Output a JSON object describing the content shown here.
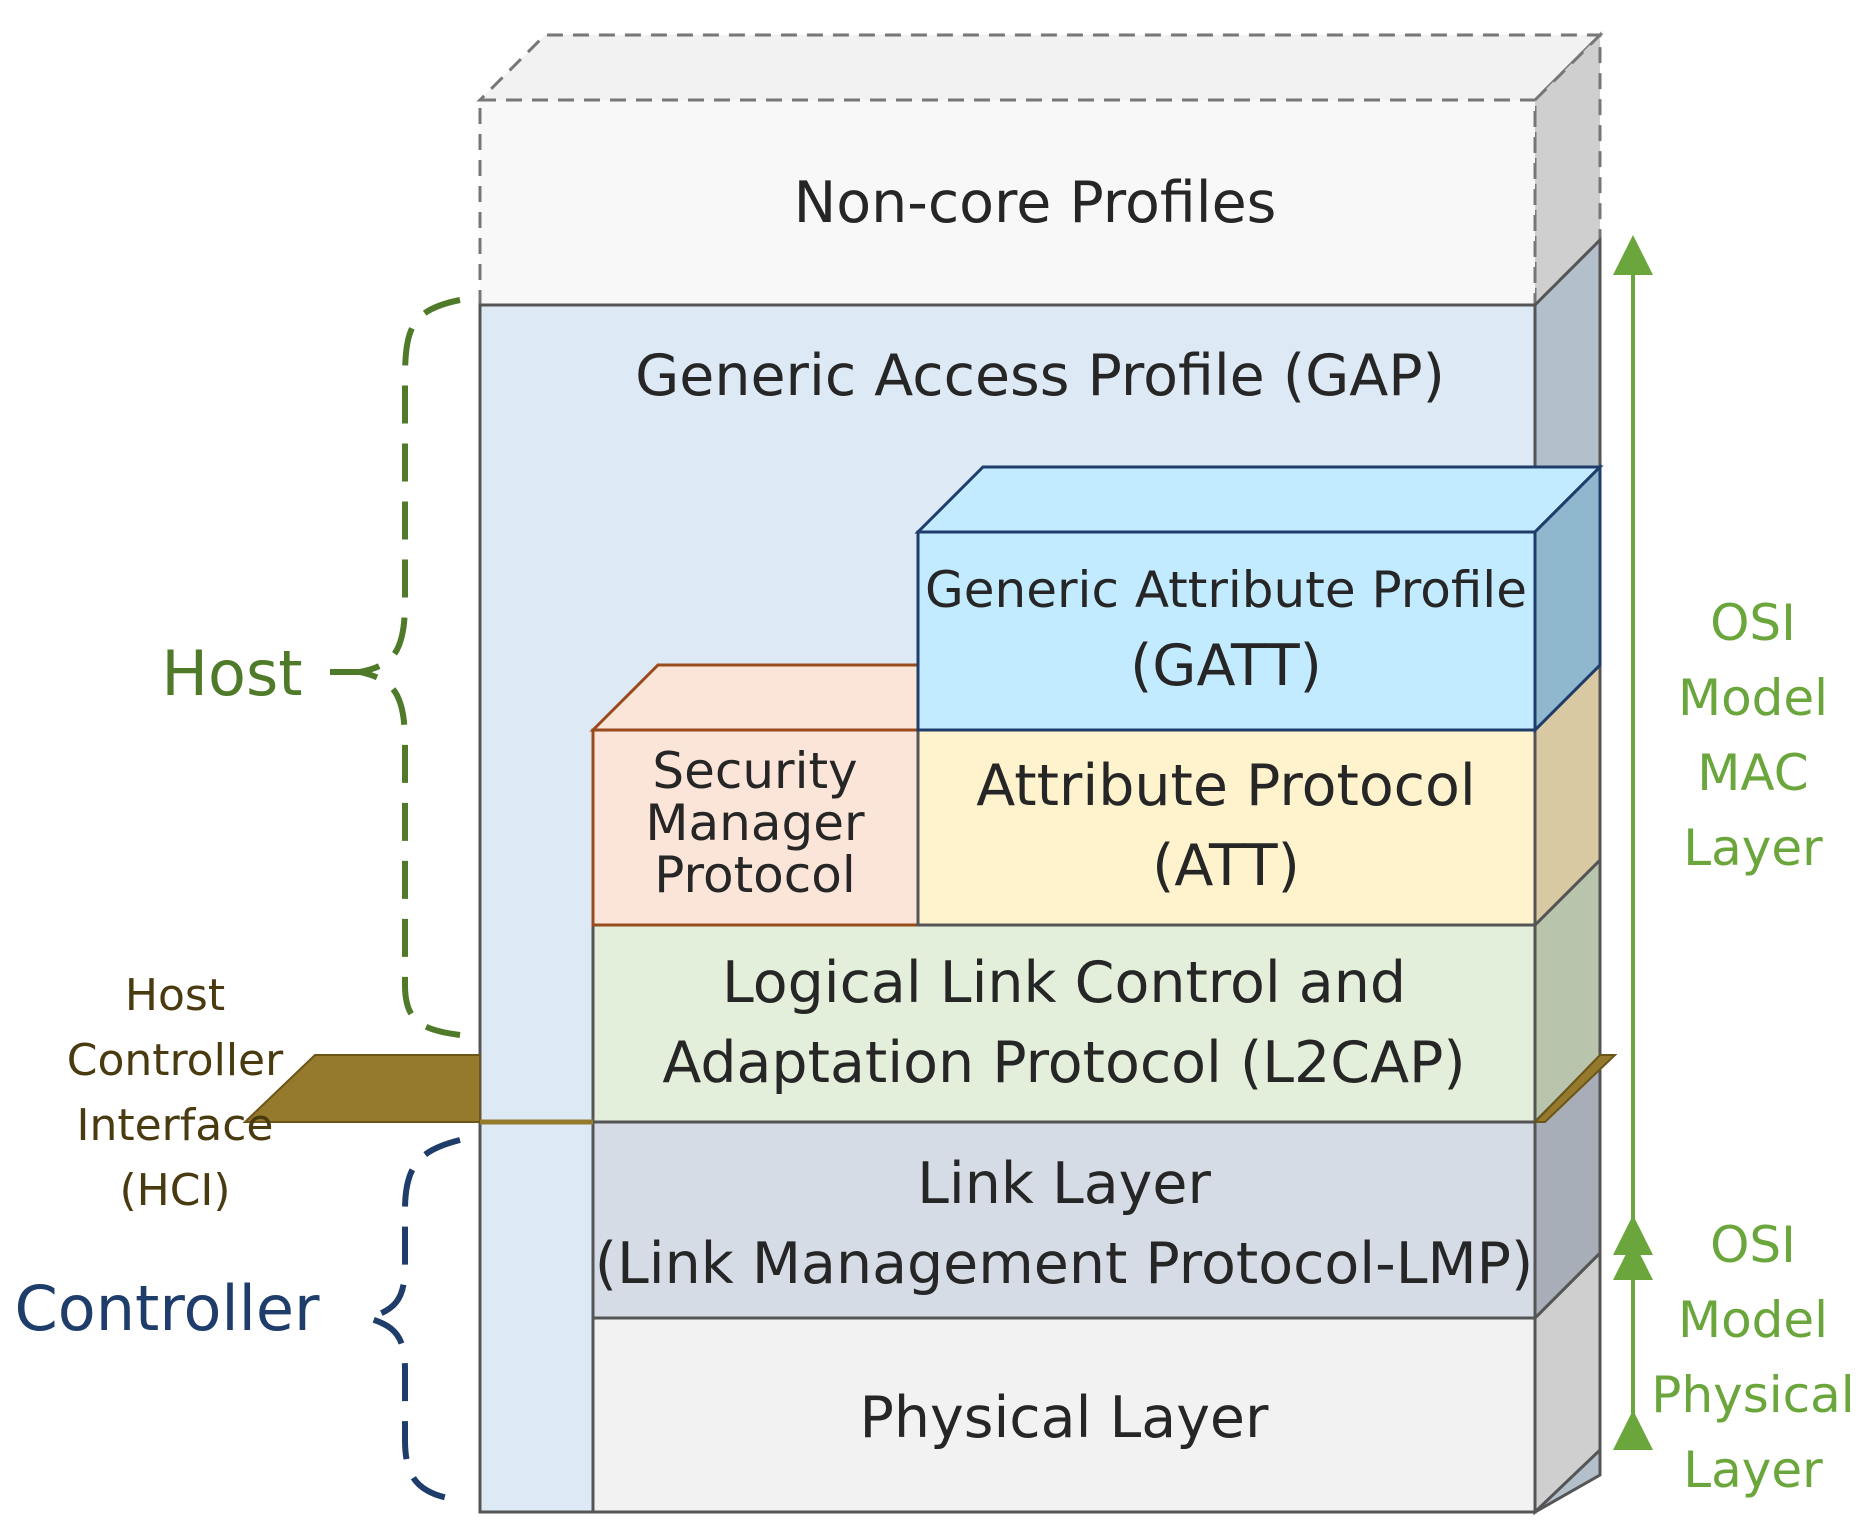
{
  "layers": {
    "non_core": "Non-core Profiles",
    "gap": "Generic Access Profile  (GAP)",
    "gatt": [
      "Generic Attribute Profile",
      "(GATT)"
    ],
    "smp": [
      "Security",
      "Manager",
      "Protocol"
    ],
    "att": [
      "Attribute Protocol",
      "(ATT)"
    ],
    "l2cap": [
      "Logical Link Control and",
      "Adaptation Protocol (L2CAP)"
    ],
    "link": [
      "Link Layer",
      "(Link Management Protocol-LMP)"
    ],
    "phy": "Physical Layer"
  },
  "side_labels": {
    "host": "Host",
    "controller": "Controller",
    "hci": [
      "Host",
      "Controller",
      "Interface",
      "(HCI)"
    ]
  },
  "osi": {
    "mac": [
      "OSI",
      "Model",
      "MAC",
      "Layer"
    ],
    "physical": [
      "OSI",
      "Model",
      "Physical",
      "Layer"
    ]
  },
  "colors": {
    "host_brace": "#4e7a2a",
    "controller_brace": "#1f3d6b",
    "osi_arrow": "#6aa63c",
    "hci_plane": "#957a2e",
    "gap_fill": "#dde9f5",
    "gatt_fill": "#c3ebff",
    "smp_fill": "#fbe5d9",
    "att_fill": "#fff3cd",
    "l2cap_fill": "#e3efda",
    "link_fill": "#d6dce6",
    "phy_fill": "#f2f2f2"
  }
}
